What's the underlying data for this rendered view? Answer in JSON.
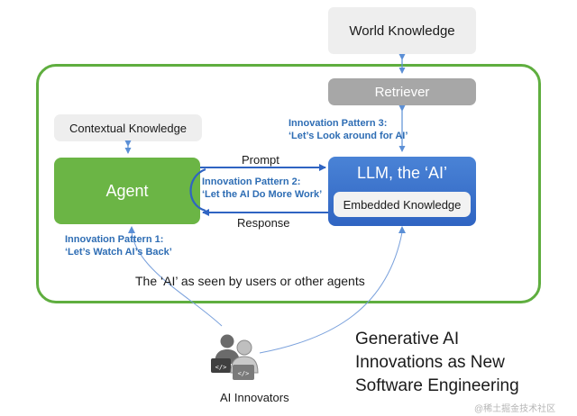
{
  "nodes": {
    "world_knowledge": "World Knowledge",
    "retriever": "Retriever",
    "contextual_knowledge": "Contextual Knowledge",
    "agent": "Agent",
    "llm": "LLM, the ‘AI’",
    "embedded_knowledge": "Embedded Knowledge"
  },
  "edges": {
    "prompt": "Prompt",
    "response": "Response"
  },
  "patterns": {
    "p3_title": "Innovation Pattern 3:",
    "p3_quote": "‘Let’s Look around for AI’",
    "p2_title": "Innovation Pattern 2:",
    "p2_quote": "‘Let the AI Do More Work’",
    "p1_title": "Innovation Pattern 1:",
    "p1_quote": "‘Let’s Watch AI’s Back’"
  },
  "caption_seen": "The ‘AI’ as seen by users or other agents",
  "innovators_label": "AI Innovators",
  "headline": [
    "Generative AI",
    "Innovations as New",
    "Software Engineering"
  ],
  "watermark": "@稀土掘金技术社区",
  "colors": {
    "green": "#6bb545",
    "outline_green": "#5fae3f",
    "blue": "#2f64c2",
    "pattern_text": "#2e6db4",
    "gray": "#a7a7a7"
  },
  "icons": {
    "innovators": "people-with-laptops-icon"
  }
}
